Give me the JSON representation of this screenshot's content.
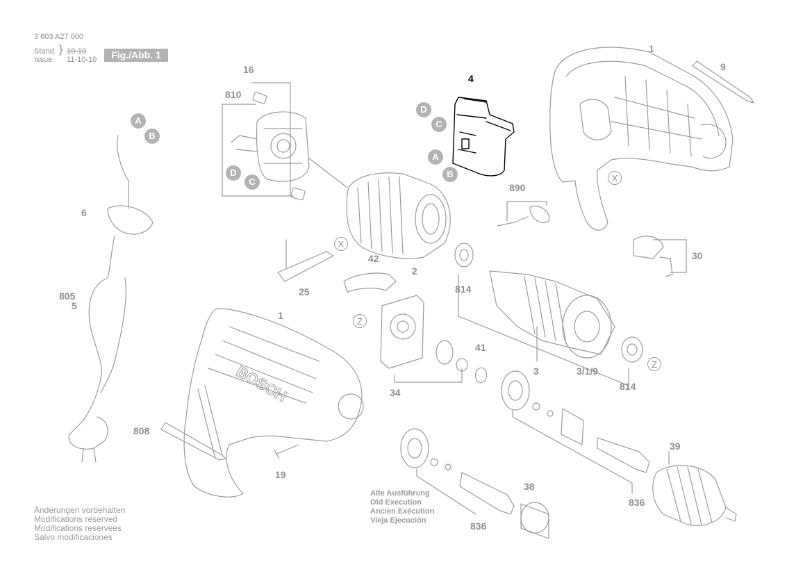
{
  "header": {
    "doc_number": "3 603 A27 000",
    "stand_label": "Stand",
    "issue_label": "Issue",
    "stand_date": "10-10",
    "issue_date": "11-10-10",
    "figure_label": "Fig./Abb. 1"
  },
  "part_numbers": {
    "p1_top": "1",
    "p9": "9",
    "p4": "4",
    "p16": "16",
    "p810": "810",
    "p890": "890",
    "p6": "6",
    "p2": "2",
    "p42": "42",
    "p30": "30",
    "p25": "25",
    "p814_left": "814",
    "p805": "805",
    "p5": "5",
    "p1_bottom": "1",
    "p41": "41",
    "p3": "3",
    "p319": "3/1/9",
    "p814_right": "814",
    "p34": "34",
    "p808": "808",
    "p19": "19",
    "p39": "39",
    "p38": "38",
    "p836_right": "836",
    "p836_bottom": "836"
  },
  "letters": {
    "a_cable": "A",
    "b_cable": "B",
    "d_brush": "D",
    "c_brush": "C",
    "d_switch": "D",
    "c_switch": "C",
    "a_switch": "A",
    "b_switch": "B"
  },
  "x_markers": {
    "x1": "X",
    "x2": "X"
  },
  "z_markers": {
    "z1": "Z",
    "z2": "Z"
  },
  "old_execution": {
    "line1": "Alte Ausführung",
    "line2": "Old Execution",
    "line3": "Ancien Exécution",
    "line4": "Vieja Ejecución"
  },
  "notes": {
    "line1": "Änderungen vorbehalten",
    "line2": "Modifications reserved",
    "line3": "Modifications reservees",
    "line4": "Salvo modificaciones"
  },
  "colors": {
    "line": "#9a9a9a",
    "badge": "#b3b3b3",
    "highlight": "#000000"
  },
  "drawings": {
    "housing_logo": "BOSCH"
  }
}
